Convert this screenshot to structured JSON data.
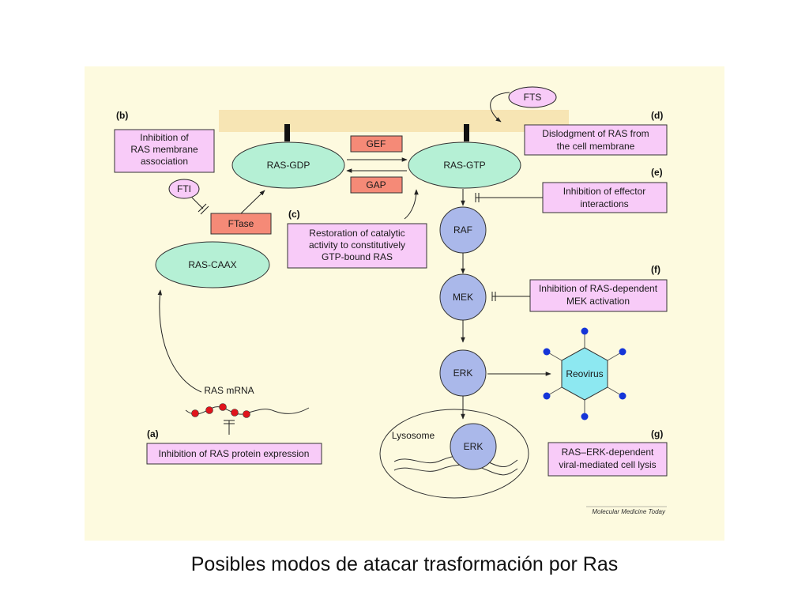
{
  "slide": {
    "title": "Posibles modos de atacar trasformación por Ras"
  },
  "diagram": {
    "nodes": {
      "ras_gdp": "RAS-GDP",
      "ras_gtp": "RAS-GTP",
      "ras_caax": "RAS-CAAX",
      "raf": "RAF",
      "mek": "MEK",
      "erk": "ERK",
      "erk_lysosome": "ERK",
      "reovirus": "Reovirus",
      "lysosome": "Lysosome",
      "ras_mrna": "RAS mRNA"
    },
    "enzymes": {
      "gef": "GEF",
      "gap": "GAP",
      "ftase": "FTase",
      "fti": "FTI",
      "fts": "FTS"
    },
    "letters": {
      "a": "(a)",
      "b": "(b)",
      "c": "(c)",
      "d": "(d)",
      "e": "(e)",
      "f": "(f)",
      "g": "(g)"
    },
    "boxes": {
      "a": [
        "Inhibition of RAS protein expression"
      ],
      "b": [
        "Inhibition of",
        "RAS membrane",
        "association"
      ],
      "c": [
        "Restoration of catalytic",
        "activity to constitutively",
        "GTP-bound RAS"
      ],
      "d": [
        "Dislodgment of RAS from",
        "the cell membrane"
      ],
      "e": [
        "Inhibition of effector",
        "interactions"
      ],
      "f": [
        "Inhibition of RAS-dependent",
        "MEK activation"
      ],
      "g": [
        "RAS–ERK-dependent",
        "viral-mediated cell lysis"
      ]
    },
    "source": "Molecular Medicine Today",
    "colors": {
      "panel": "#fdfadf",
      "membrane": "#f7e5b4",
      "ras_ellipse": "#b5f0d5",
      "kinase_circle": "#aab8ea",
      "inhibitor_box": "#f8cbf8",
      "enzyme_box": "#f58a77",
      "reovirus": "#8de8f1",
      "mrna_bead": "#e0141c",
      "virus_knob": "#1535d8"
    }
  }
}
